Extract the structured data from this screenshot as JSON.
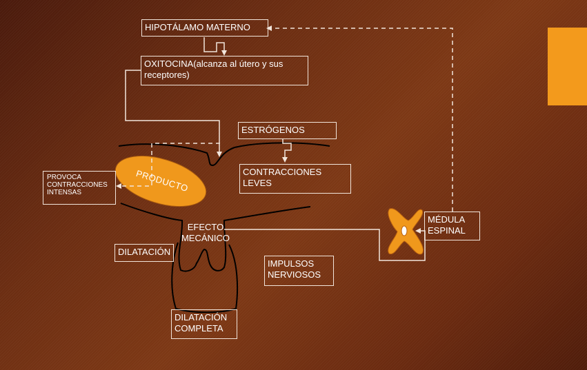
{
  "boxes": {
    "hipotalamo": "HIPOTÁLAMO MATERNO",
    "oxitocina": "OXITOCINA(alcanza al útero y sus receptores)",
    "estrogenos": "ESTRÓGENOS",
    "contracciones_leves": "CONTRACCIONES LEVES",
    "provoca": "PROVOCA CONTRACCIONES INTENSAS",
    "dilatacion": "DILATACIÓN",
    "impulsos": "IMPULSOS NERVIOSOS",
    "dilatacion_completa": "DILATACIÓN COMPLETA",
    "medula": "MÉDULA ESPINAL"
  },
  "labels": {
    "producto": "PRODUCTO",
    "efecto_mecanico": "EFECTO MECÁNICO"
  },
  "colors": {
    "accent": "#f39a1c",
    "producto_fill": "#f0981c",
    "line": "#f2e6dc",
    "outline": "#000000"
  }
}
